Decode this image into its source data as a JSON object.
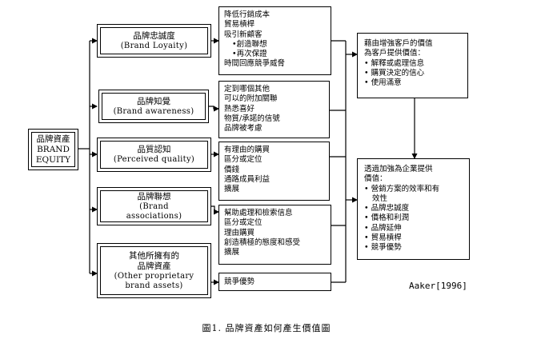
{
  "center": {
    "zh": "品牌資產",
    "en1": "BRAND",
    "en2": "EQUITY"
  },
  "assets": [
    {
      "zh": "品牌忠誠度",
      "en": [
        "(Brand  Loyaity)"
      ]
    },
    {
      "zh": "品牌知覺",
      "en": [
        "(Brand awareness)"
      ]
    },
    {
      "zh": "品質認知",
      "en": [
        "(Perceived quality)"
      ]
    },
    {
      "zh": "品牌聯想",
      "en": [
        "(Brand",
        "associations)"
      ]
    },
    {
      "zh_lines": [
        "其他所擁有的",
        "品牌資產"
      ],
      "en": [
        "(Other proprietary",
        "brand assets)"
      ]
    }
  ],
  "benefits": [
    {
      "lines": [
        "降低行銷成本",
        "貿易槓桿",
        "吸引新顧客",
        "•創造聯想",
        "•再次保證",
        "時間回應競爭威脅"
      ]
    },
    {
      "lines": [
        "定到哪個其他",
        "可以的附加關聯",
        "熟悉喜好",
        "物質/承諾的信號",
        "品牌被考慮"
      ]
    },
    {
      "lines": [
        "有理由的購買",
        "區分或定位",
        "價錢",
        "通路成員利益",
        "擴展"
      ]
    },
    {
      "lines": [
        "幫助處理和檢索信息",
        "區分或定位",
        "理由購買",
        "創造積極的態度和感受",
        "擴展"
      ]
    },
    {
      "lines": [
        "競爭優勢"
      ]
    }
  ],
  "customer": {
    "title": [
      "藉由增強客戶的價值",
      "為客戶提供價值："
    ],
    "items": [
      "解釋或處理信息",
      "購買決定的信心",
      "使用滿意"
    ]
  },
  "firm": {
    "title": [
      "透過加強為企業提供",
      "價值："
    ],
    "items": [
      "營銷方案的效率和有",
      "效性",
      "品牌忠誠度",
      "價格和利潤",
      "品牌延伸",
      "貿易槓桿",
      "競爭優勢"
    ]
  },
  "citation": "Aaker[1996]",
  "caption": "圖1.  品牌資產如何產生價值圖"
}
